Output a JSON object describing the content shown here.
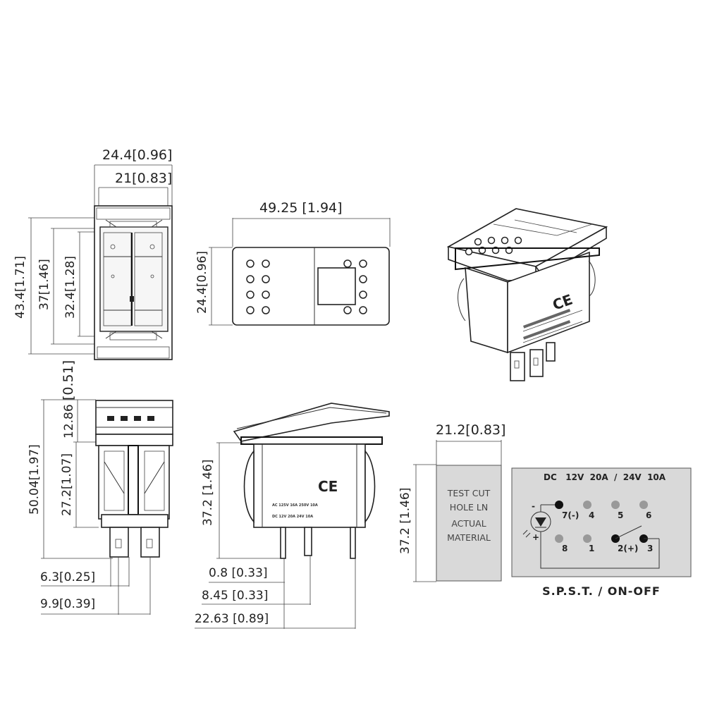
{
  "front_view": {
    "width_outer": "24.4[0.96]",
    "width_inner": "21[0.83]",
    "height_outer": "43.4[1.71]",
    "height_mid": "37[1.46]",
    "height_inner": "32.4[1.28]"
  },
  "top_view": {
    "length": "49.25 [1.94]",
    "width": "24.4[0.96]"
  },
  "side_view": {
    "cap_height": "12.86",
    "cap_height_in": "[0.51]",
    "total_height": "50.04[1.97]",
    "body_height": "27.2[1.07]",
    "pin_width": "6.3[0.25]",
    "pin_spacing": "9.9[0.39]"
  },
  "profile_view": {
    "body_height": "37.2 [1.46]",
    "pin_thickness": "0.8 [0.33]",
    "pin_gap": "8.45 [0.33]",
    "pin_span": "22.63 [0.89]",
    "ce_mark": "CE",
    "rating_line1": "AC 125V 16A 250V 10A",
    "rating_line2": "DC 12V 20A 24V 10A"
  },
  "cut_hole": {
    "width": "21.2[0.83]",
    "height": "37.2 [1.46]",
    "label_lines": [
      "TEST CUT",
      "HOLE LN",
      "ACTUAL",
      "MATERIAL"
    ]
  },
  "wiring": {
    "rating": "DC   12V  20A  /  24V  10A",
    "pins_top": [
      "7(-)",
      "4",
      "5",
      "6"
    ],
    "pins_bottom": [
      "8",
      "1",
      "2(+)",
      "3"
    ],
    "led_minus": "-",
    "led_plus": "+",
    "caption": "S.P.S.T. / ON-OFF"
  },
  "iso_view": {
    "ce_mark": "CE"
  }
}
